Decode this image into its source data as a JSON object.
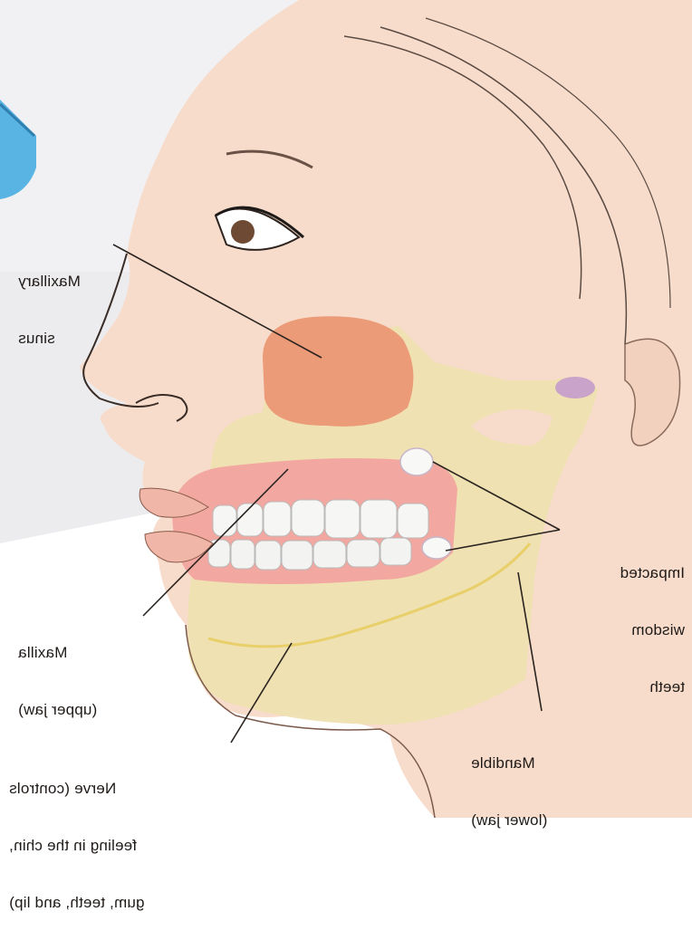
{
  "diagram": {
    "labels": {
      "maxillary_sinus": {
        "line1": "Maxillary",
        "line2": "sinus"
      },
      "maxilla": {
        "line1": "Maxilla",
        "line2": "(upper jaw)"
      },
      "impacted": {
        "line1": "Impacted",
        "line2": "wisdom",
        "line3": "teeth"
      },
      "mandible": {
        "line1": "Mandible",
        "line2": "(lower jaw)"
      },
      "nerve": {
        "line1": "Nerve (controls",
        "line2": "feeling in the chin,",
        "line3": "gum, teeth, and lip)"
      }
    },
    "colors": {
      "skin": "#f6d9c8",
      "bone": "#efe2b6",
      "sinus": "#ec9b78",
      "gum": "#f2a8a0",
      "teeth": "#f4f4f2",
      "line": "#2a2420",
      "band": "#e7e7ea",
      "blue": "#5ab4e3"
    }
  }
}
